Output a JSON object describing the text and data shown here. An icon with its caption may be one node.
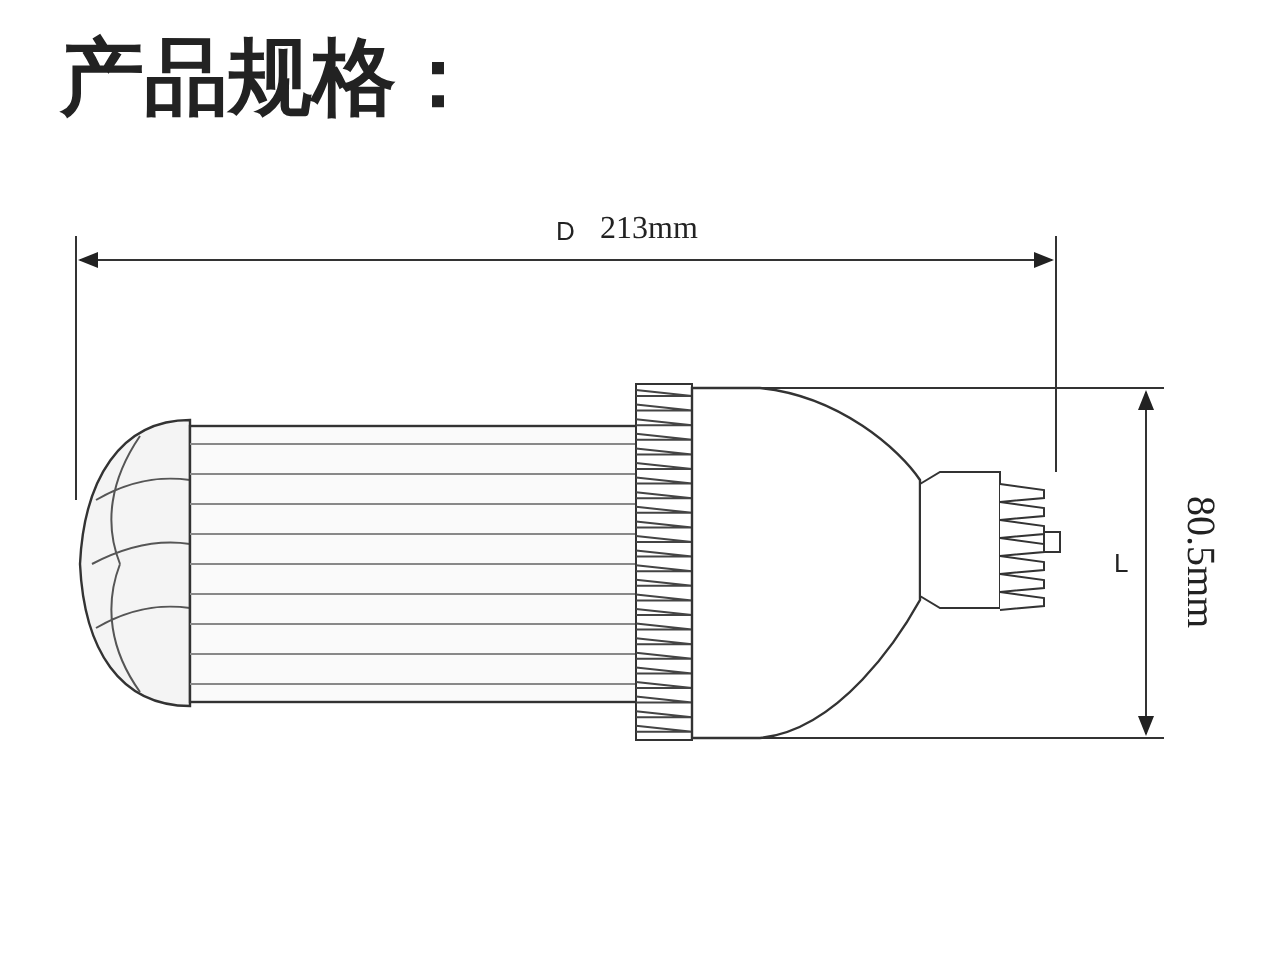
{
  "diagram": {
    "title": "产品规格：",
    "labels": [
      "D",
      "213mm",
      "L",
      "80.5mm"
    ]
  }
}
